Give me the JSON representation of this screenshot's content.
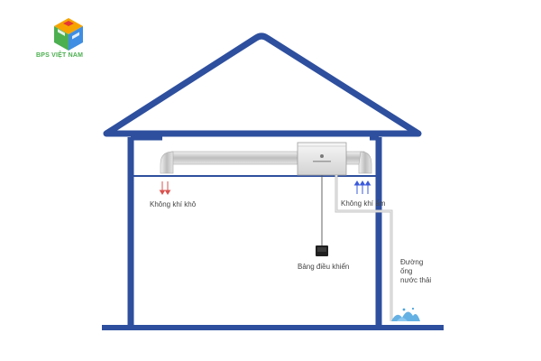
{
  "brand": {
    "name": "BPS VIỆT NAM",
    "logo_colors": [
      "#f7a400",
      "#e53935",
      "#3f8ee3",
      "#4caf50"
    ]
  },
  "labels": {
    "dry_air": "Không khí khô",
    "humid_air": "Không khí ẩm",
    "control_panel": "Bảng điều khiển",
    "drain_pipe_line1": "Đường ống",
    "drain_pipe_line2": "nước thải"
  },
  "colors": {
    "house_outline": "#2e4f9e",
    "pipe": "#c9c9c9",
    "dry_arrows": "#d9534f",
    "humid_arrows": "#3b5bdb",
    "water": "#4aa3df"
  },
  "icons": {
    "logo": "bps-cube-logo",
    "unit": "dehumidifier-unit",
    "panel": "control-panel-device",
    "splash": "water-splash-icon"
  }
}
